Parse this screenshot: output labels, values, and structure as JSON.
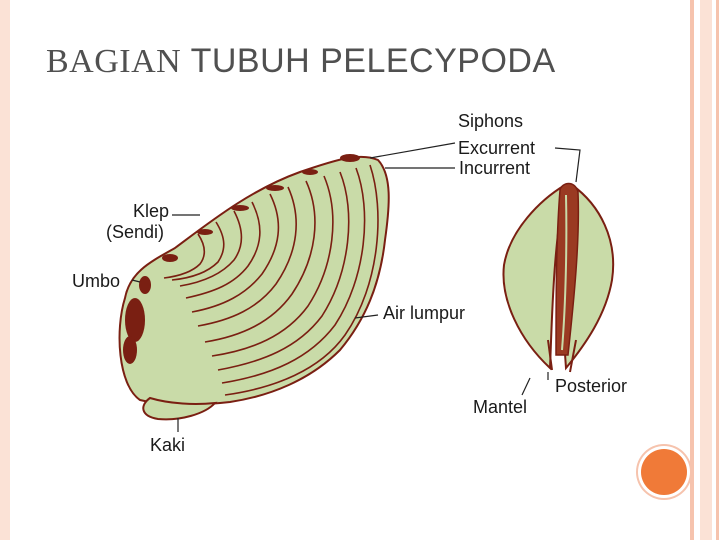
{
  "title": {
    "part1": "BAGIAN",
    "part2": "TUBUH PELECYPODA"
  },
  "labels": {
    "siphons": "Siphons",
    "excurrent": "Excurrent",
    "incurrent": "Incurrent",
    "klep": "Klep",
    "sendi": "(Sendi)",
    "umbo": "Umbo",
    "air_lumpur": "Air lumpur",
    "posterior": "Posterior",
    "mantel": "Mantel",
    "kaki": "Kaki"
  },
  "colors": {
    "shell_fill": "#c9dba8",
    "shell_line": "#7a1f12",
    "accent_dot": "#f07a38",
    "border": "#fbe2d6"
  }
}
